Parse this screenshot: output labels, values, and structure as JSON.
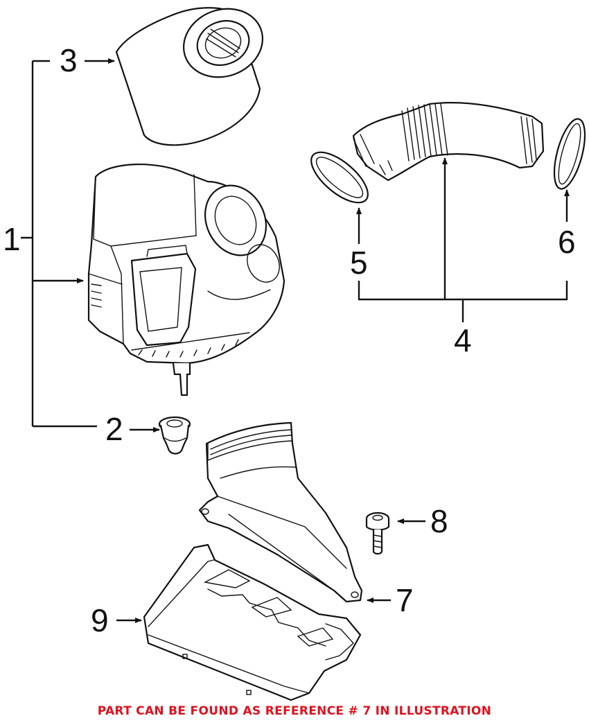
{
  "callouts": {
    "c1": "1",
    "c2": "2",
    "c3": "3",
    "c4": "4",
    "c5": "5",
    "c6": "6",
    "c7": "7",
    "c8": "8",
    "c9": "9"
  },
  "footer": {
    "note": "PART CAN BE FOUND AS REFERENCE # 7 IN ILLUSTRATION",
    "note_color": "#e0101e"
  }
}
